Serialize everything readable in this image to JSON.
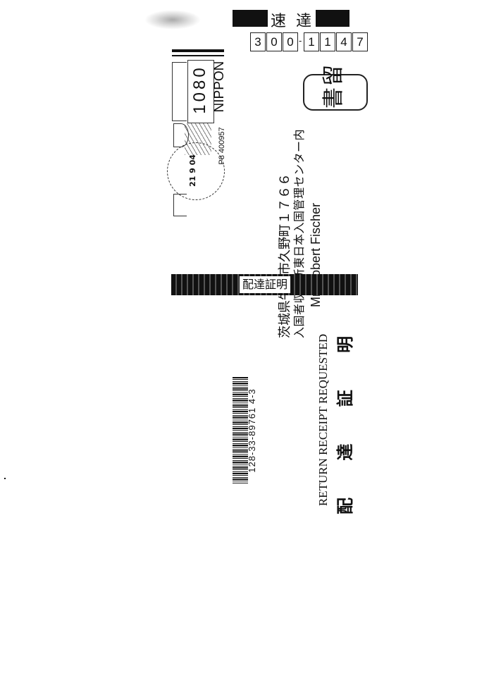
{
  "express_label": "速達",
  "postal_code": [
    "3",
    "0",
    "0",
    "-",
    "1",
    "1",
    "4",
    "7"
  ],
  "registered_stamp": "書留",
  "meter": {
    "country": "NIPPON",
    "amount": "1080",
    "meter_id": "P8 400957",
    "postmark_date": "21 9 04"
  },
  "address": {
    "line1": "茨城県牛久市久野町１７６６",
    "line2": "入国者収容所東日本入国管理センター内",
    "recipient": "Mr. Robert Fischer"
  },
  "band_label": "配達証明",
  "barcode_number": "128-33-89761 4-3",
  "return_receipt": "RETURN RECEIPT REQUESTED",
  "delivery_certificate": "配 達 証 明"
}
